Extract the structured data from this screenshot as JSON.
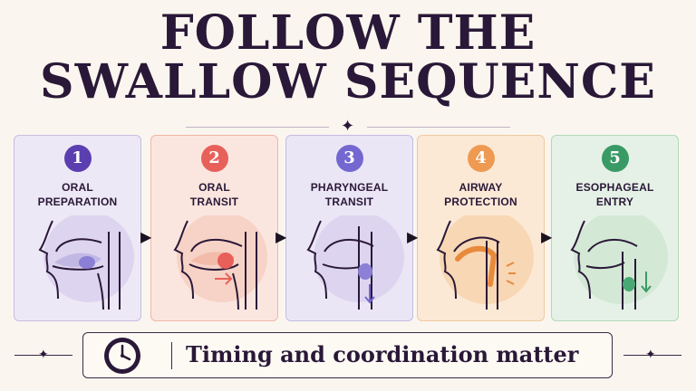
{
  "title": {
    "line1": "FOLLOW THE",
    "line2": "SWALLOW SEQUENCE"
  },
  "steps": [
    {
      "number": "1",
      "line1": "ORAL",
      "line2": "PREPARATION",
      "accent": "#5b3fb0",
      "bg": "#ede8f6",
      "border": "#c7bde2",
      "blob": "#8c7fd6"
    },
    {
      "number": "2",
      "line1": "ORAL",
      "line2": "TRANSIT",
      "accent": "#e8605a",
      "bg": "#fbe6df",
      "border": "#efb6a6",
      "blob": "#e8605a"
    },
    {
      "number": "3",
      "line1": "PHARYNGEAL",
      "line2": "TRANSIT",
      "accent": "#7467d0",
      "bg": "#ebe6f6",
      "border": "#c4bce4",
      "blob": "#8c7fd6"
    },
    {
      "number": "4",
      "line1": "AIRWAY",
      "line2": "PROTECTION",
      "accent": "#ee9a52",
      "bg": "#fbe9d6",
      "border": "#f0c89c",
      "blob": "#ee9a52"
    },
    {
      "number": "5",
      "line1": "ESOPHAGEAL",
      "line2": "ENTRY",
      "accent": "#3a9a66",
      "bg": "#e5f1e6",
      "border": "#b3d9b9",
      "blob": "#4aa874"
    }
  ],
  "banner": {
    "text": "Timing and coordination matter",
    "icon": "clock-icon"
  }
}
